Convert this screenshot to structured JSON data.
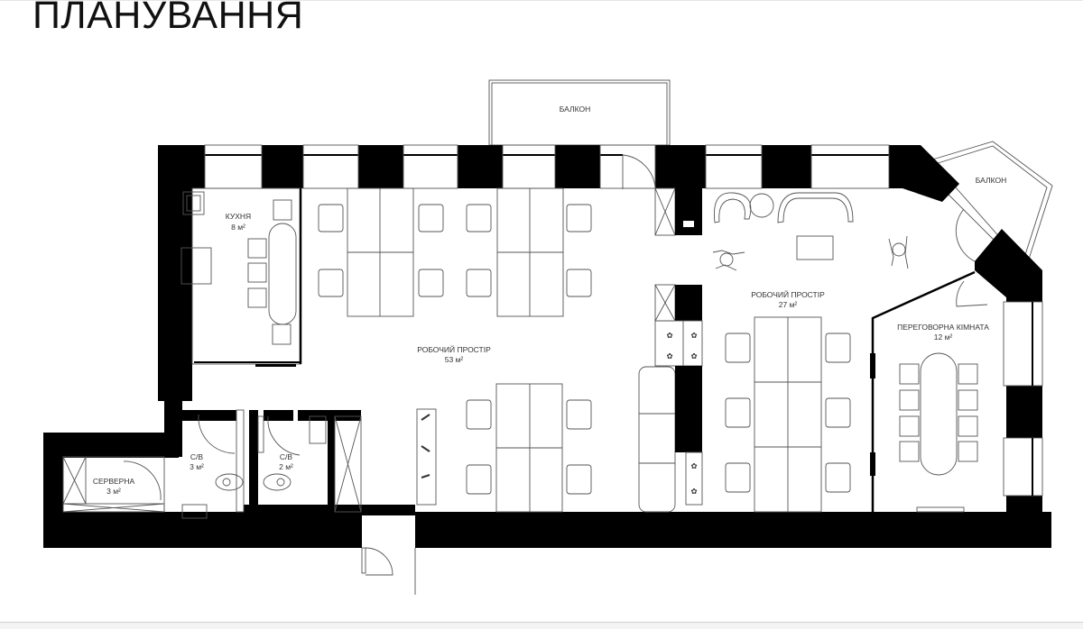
{
  "title": "ПЛАНУВАННЯ",
  "rooms": [
    {
      "id": "balcony-top",
      "name": "БАЛКОН",
      "area": ""
    },
    {
      "id": "balcony-right",
      "name": "БАЛКОН",
      "area": ""
    },
    {
      "id": "kitchen",
      "name": "КУХНЯ",
      "area": "8 м²"
    },
    {
      "id": "workspace-main",
      "name": "РОБОЧИЙ ПРОСТІР",
      "area": "53 м²"
    },
    {
      "id": "workspace-right",
      "name": "РОБОЧИЙ ПРОСТІР",
      "area": "27 м²"
    },
    {
      "id": "meeting-room",
      "name": "ПЕРЕГОВОРНА КІМНАТА",
      "area": "12 м²"
    },
    {
      "id": "server-room",
      "name": "СЕРВЕРНА",
      "area": "3 м²"
    },
    {
      "id": "wc-1",
      "name": "С/В",
      "area": "3 м²"
    },
    {
      "id": "wc-2",
      "name": "С/В",
      "area": "2 м²"
    }
  ],
  "colors": {
    "wall": "#000000",
    "line": "#555555",
    "background": "#ffffff"
  }
}
